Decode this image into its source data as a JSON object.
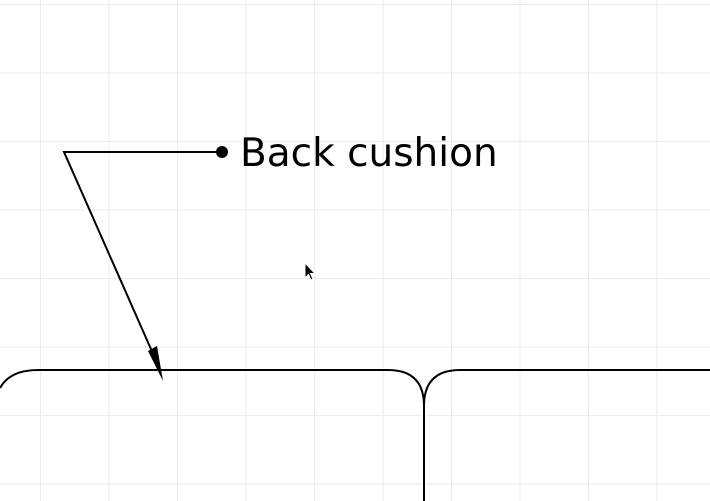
{
  "canvas": {
    "grid_visible": true,
    "grid_color": "#e6eeee",
    "background": "#ffffff"
  },
  "callout": {
    "label": "Back cushion",
    "line_color": "#000000"
  },
  "shapes": {
    "left_cushion": "rounded-rectangle",
    "right_cushion": "rounded-rectangle"
  },
  "cursor": {
    "icon": "mouse-pointer-icon"
  }
}
